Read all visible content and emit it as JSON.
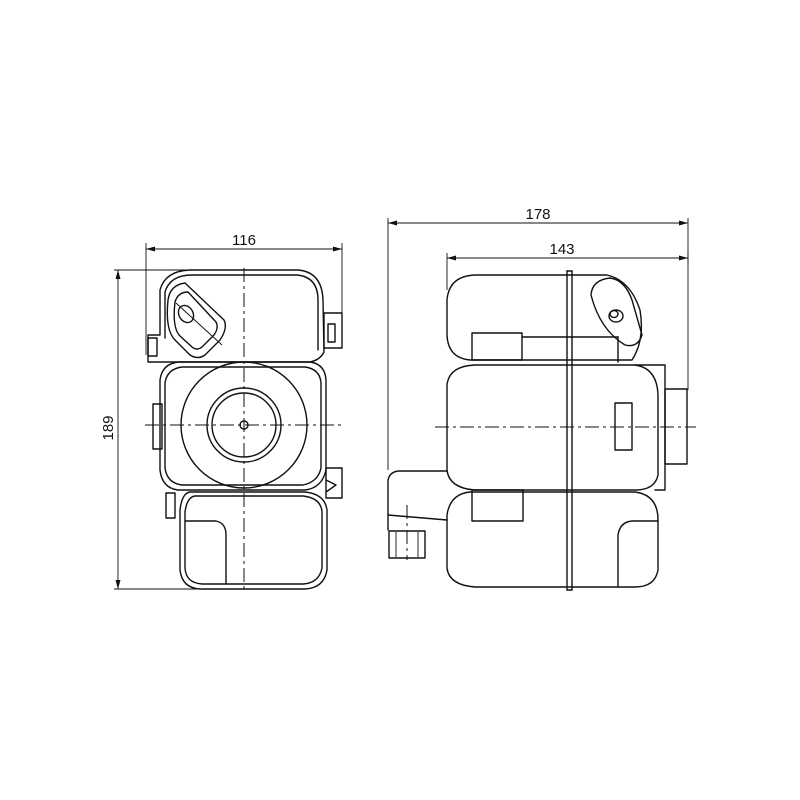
{
  "drawing": {
    "type": "technical drawing",
    "subject": "coolant expansion tank",
    "views": [
      "front view",
      "side view"
    ],
    "dimensions": {
      "front_width": "116",
      "front_height": "189",
      "side_total_width": "178",
      "side_body_width": "143"
    },
    "colors": {
      "line": "#111111",
      "background": "#ffffff"
    }
  }
}
